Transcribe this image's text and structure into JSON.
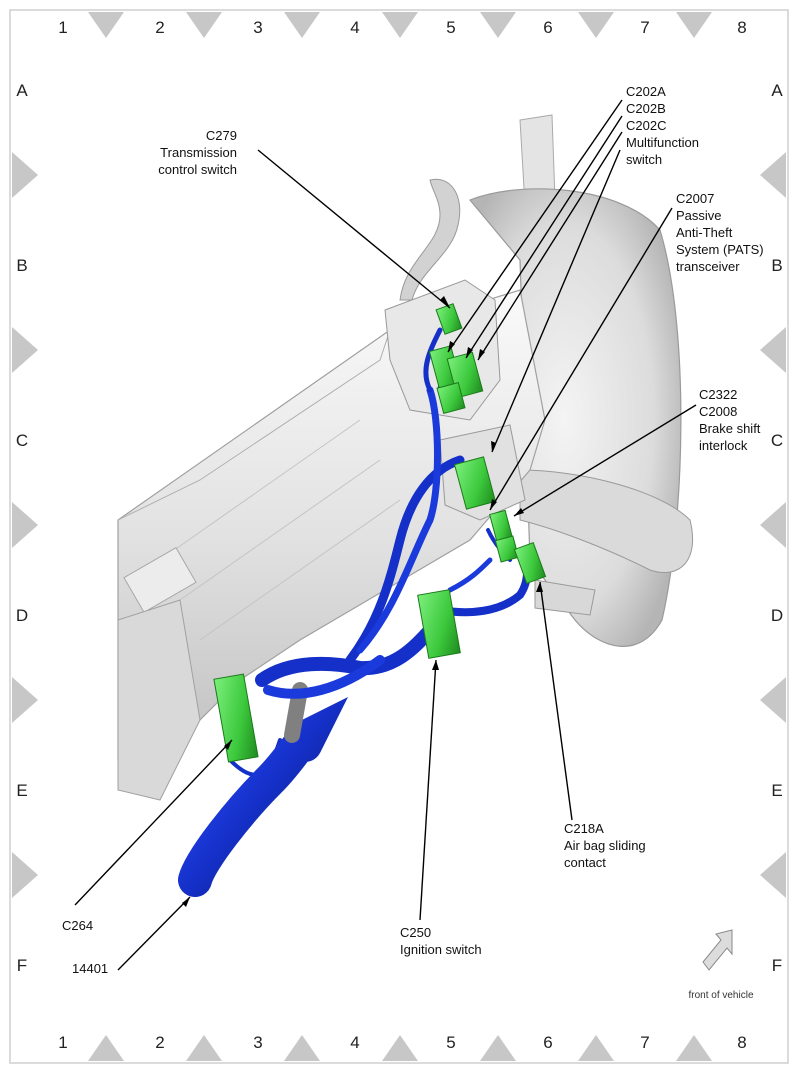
{
  "grid": {
    "columns": [
      "1",
      "2",
      "3",
      "4",
      "5",
      "6",
      "7",
      "8"
    ],
    "rows": [
      "A",
      "B",
      "C",
      "D",
      "E",
      "F"
    ]
  },
  "callouts": {
    "c202a": "C202A",
    "c202b": "C202B",
    "c202c": "C202C",
    "multifunction": [
      "Multifunction",
      "switch"
    ],
    "c279": "C279",
    "transmission": [
      "Transmission",
      "control switch"
    ],
    "c2007": "C2007",
    "pats": [
      "Passive",
      "Anti-Theft",
      "System (PATS)",
      "transceiver"
    ],
    "c2322": "C2322",
    "c2008": "C2008",
    "brake": [
      "Brake shift",
      "interlock"
    ],
    "c218a": "C218A",
    "airbag": [
      "Air bag sliding",
      "contact"
    ],
    "c250": "C250",
    "ignition": "Ignition switch",
    "c264": "C264",
    "harness": "14401",
    "front": "front of vehicle"
  },
  "colors": {
    "harness": "#1530c8",
    "connector": "#3cc83c",
    "component": "#e6e6e6",
    "frame": "#c8c8c8"
  }
}
